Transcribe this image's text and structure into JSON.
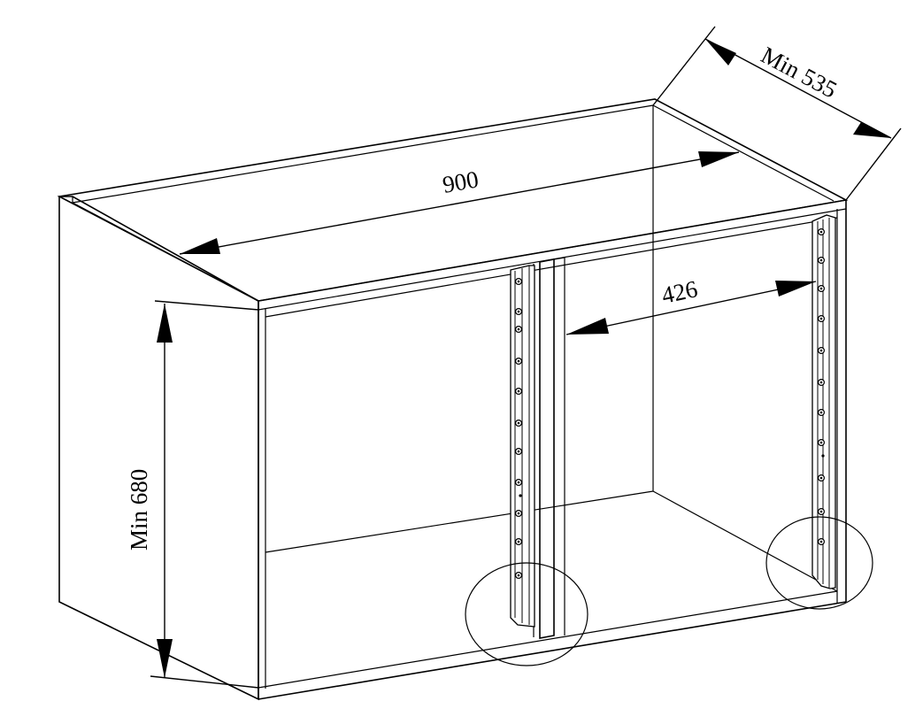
{
  "dimensions": {
    "width_label": "900",
    "depth_label": "Min  535",
    "height_label": "Min 680",
    "spacing_label": "426"
  }
}
